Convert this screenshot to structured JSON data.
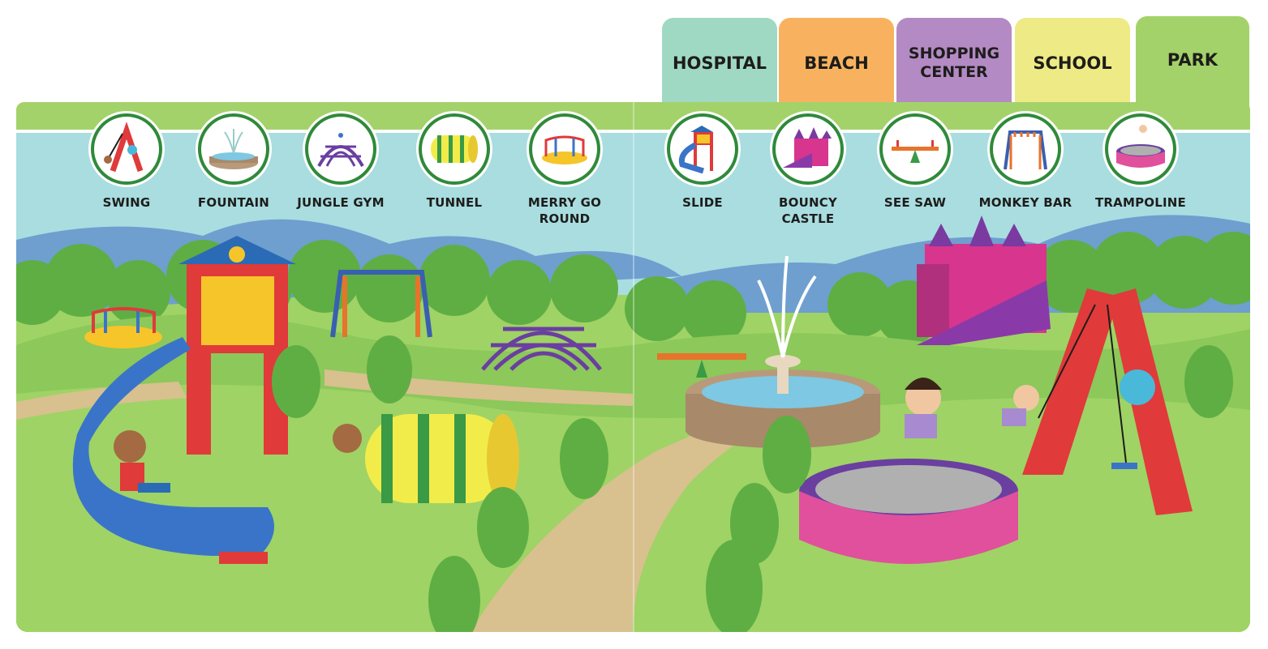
{
  "tabs": [
    {
      "label": "HOSPITAL",
      "color": "#9fd9c4"
    },
    {
      "label": "BEACH",
      "color": "#f8b25f"
    },
    {
      "label": "SHOPPING CENTER",
      "color": "#b38ac3"
    },
    {
      "label": "SCHOOL",
      "color": "#eeea85"
    },
    {
      "label": "PARK",
      "color": "#a4d26a",
      "active": true
    }
  ],
  "icons": [
    {
      "label": "SWING",
      "icon": "swing-icon"
    },
    {
      "label": "FOUNTAIN",
      "icon": "fountain-icon"
    },
    {
      "label": "JUNGLE GYM",
      "icon": "jungle-gym-icon"
    },
    {
      "label": "TUNNEL",
      "icon": "tunnel-icon"
    },
    {
      "label": "MERRY GO ROUND",
      "icon": "merry-go-round-icon"
    },
    {
      "label": "SLIDE",
      "icon": "slide-icon"
    },
    {
      "label": "BOUNCY CASTLE",
      "icon": "bouncy-castle-icon"
    },
    {
      "label": "SEE SAW",
      "icon": "see-saw-icon"
    },
    {
      "label": "MONKEY BAR",
      "icon": "monkey-bar-icon"
    },
    {
      "label": "TRAMPOLINE",
      "icon": "trampoline-icon"
    }
  ],
  "colors": {
    "grass": "#9fd365",
    "sky": "#a9dde0",
    "mountain": "#6e9fcf",
    "path": "#d8c08f",
    "icon_ring": "#2f8a3a"
  }
}
